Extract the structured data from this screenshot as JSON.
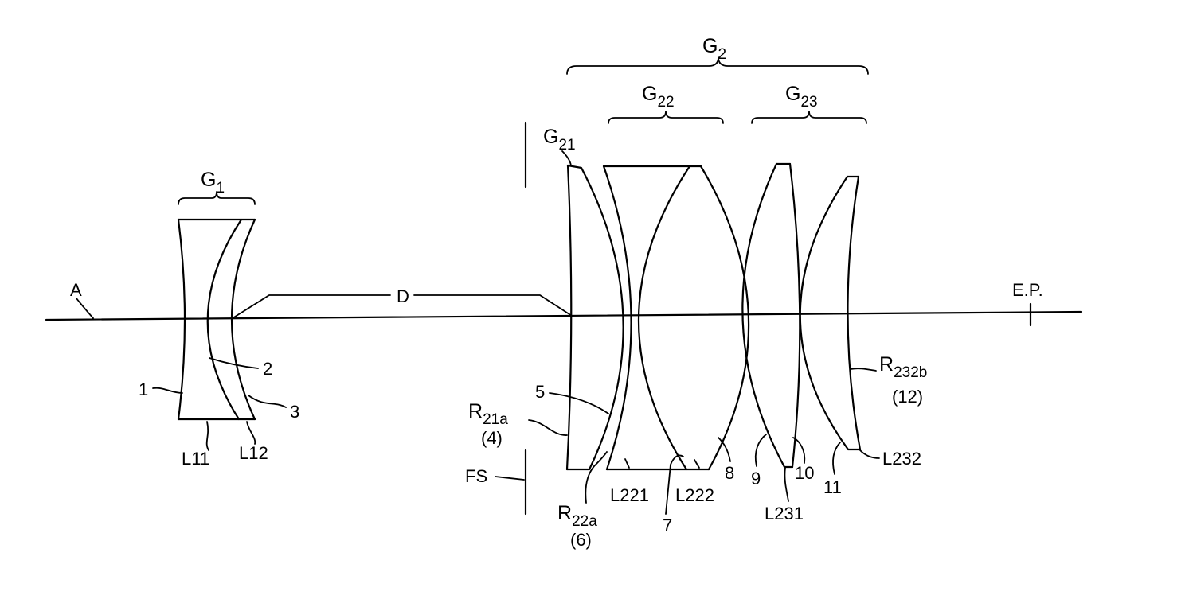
{
  "labels": {
    "axis": "A",
    "exit_pupil": "E.P.",
    "distance": "D",
    "field_stop": "FS",
    "group1": {
      "main": "G",
      "sub": "1"
    },
    "group2": {
      "main": "G",
      "sub": "2"
    },
    "group21": {
      "main": "G",
      "sub": "21"
    },
    "group22": {
      "main": "G",
      "sub": "22"
    },
    "group23": {
      "main": "G",
      "sub": "23"
    },
    "r21a": {
      "main": "R",
      "sub": "21a",
      "paren": "(4)"
    },
    "r22a": {
      "main": "R",
      "sub": "22a",
      "paren": "(6)"
    },
    "r232b": {
      "main": "R",
      "sub": "232b",
      "paren": "(12)"
    },
    "surfaces": {
      "s1": "1",
      "s2": "2",
      "s3": "3",
      "s5": "5",
      "s7": "7",
      "s8": "8",
      "s9": "9",
      "s10": "10",
      "s11": "11"
    },
    "lenses": {
      "l11": "L11",
      "l12": "L12",
      "l221": "L221",
      "l222": "L222",
      "l231": "L231",
      "l232": "L232"
    }
  }
}
